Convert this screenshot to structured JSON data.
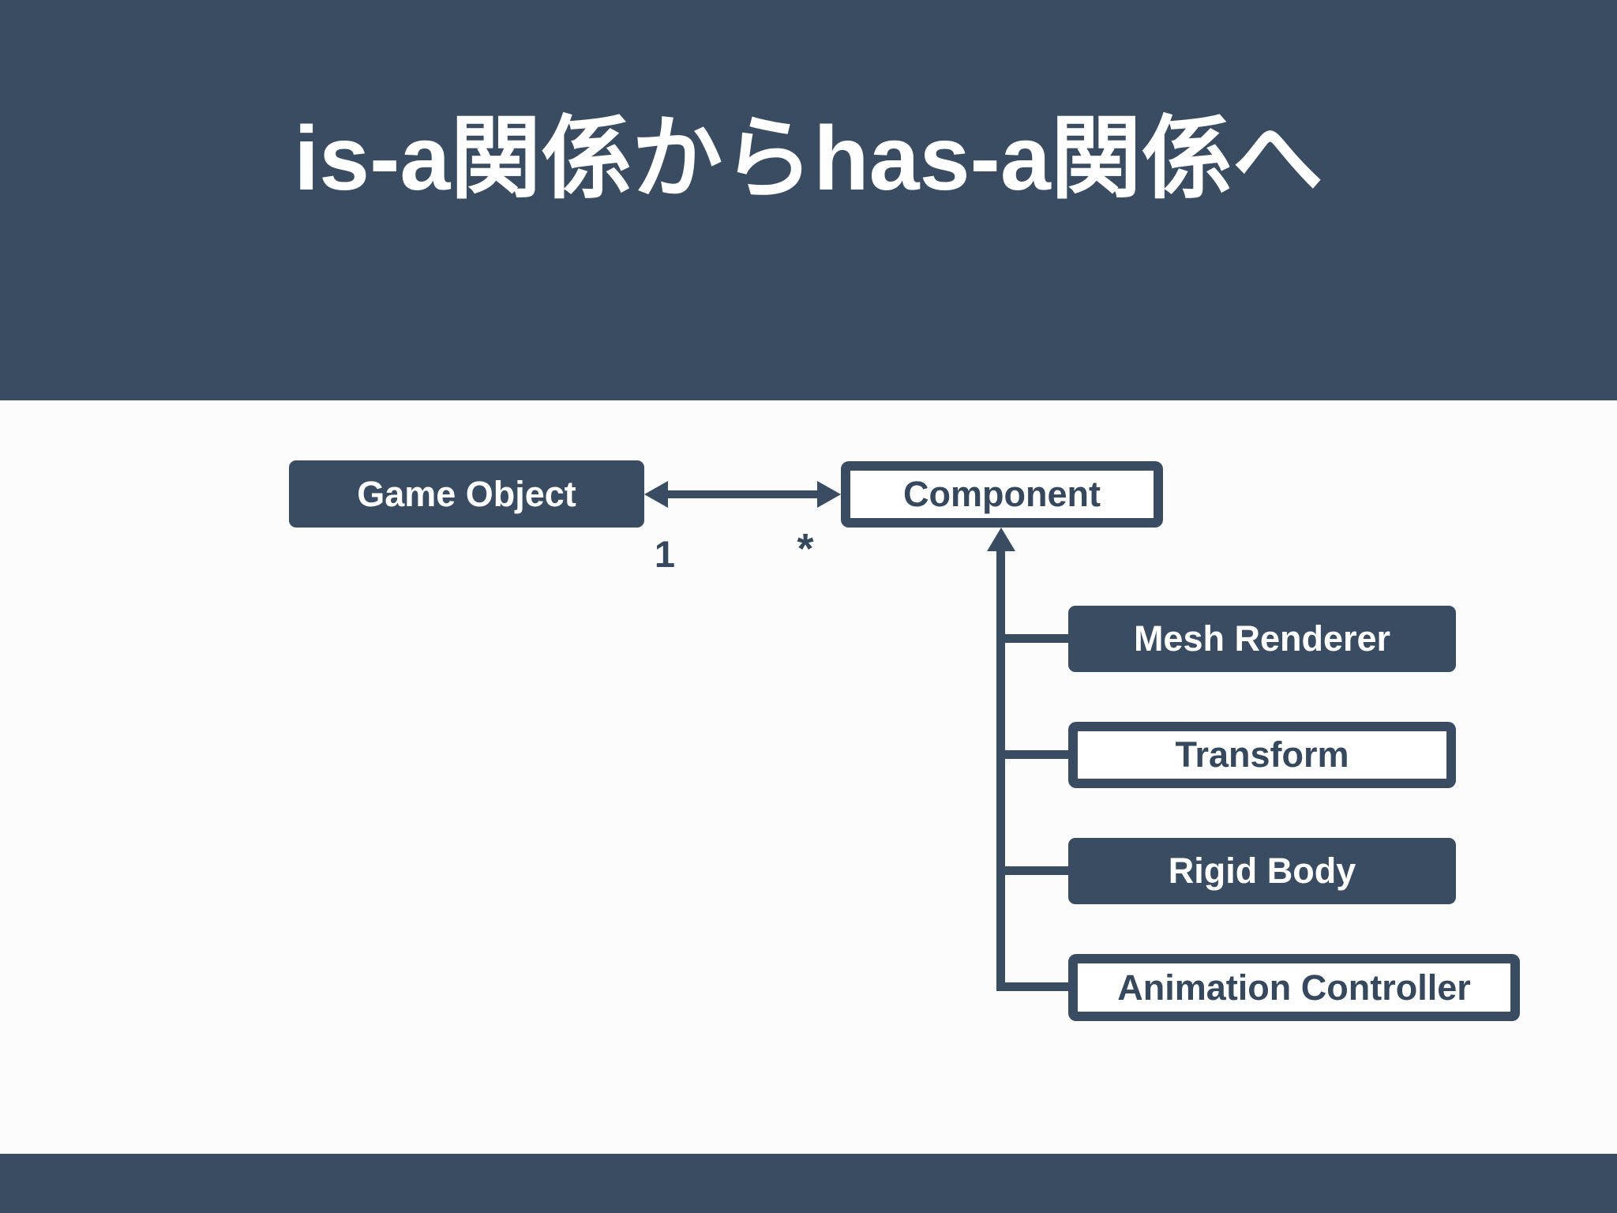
{
  "slide": {
    "title": "is-a関係からhas-a関係へ",
    "theme": {
      "dark": "#3A4C61",
      "background": "#FCFCFD",
      "text_on_dark": "#FFFFFF",
      "text_on_light": "#35485D"
    }
  },
  "diagram": {
    "nodes": {
      "game_object": {
        "label": "Game Object"
      },
      "component": {
        "label": "Component"
      }
    },
    "association": {
      "left_multiplicity": "1",
      "right_multiplicity": "*"
    },
    "children": [
      {
        "label": "Mesh Renderer",
        "style": "filled"
      },
      {
        "label": "Transform",
        "style": "outlined"
      },
      {
        "label": "Rigid Body",
        "style": "filled"
      },
      {
        "label": "Animation Controller",
        "style": "outlined"
      }
    ]
  }
}
